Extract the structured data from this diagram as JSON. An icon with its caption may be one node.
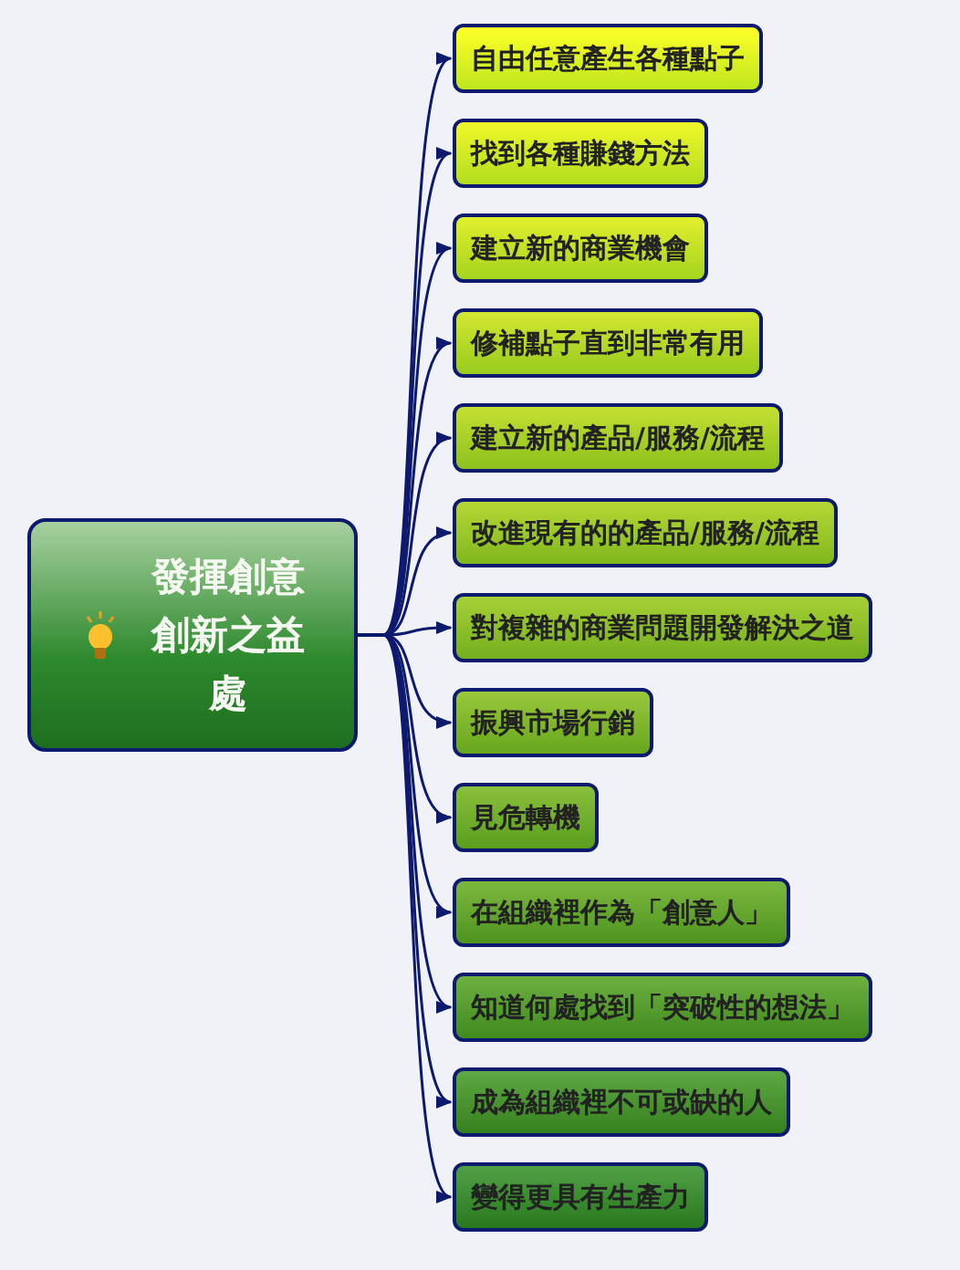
{
  "diagram": {
    "nodes": [
      {
        "text": [
          "發揮創意創新之益處"
        ]
      },
      {
        "text": [
          "自由任意產生各種點子"
        ]
      },
      {
        "text": [
          "找到各種賺錢方法"
        ]
      },
      {
        "text": [
          "建立新的商業機會"
        ]
      },
      {
        "text": [
          "修補點子直到非常有用"
        ]
      },
      {
        "text": [
          "建立新的產品/服務/流程"
        ]
      },
      {
        "text": [
          "改進現有的的產品/服務/流程"
        ]
      },
      {
        "text": [
          "對複雜的商業問題開發解決之道"
        ]
      },
      {
        "text": [
          "振興市場行銷"
        ]
      },
      {
        "text": [
          "見危轉機"
        ]
      },
      {
        "text": [
          "在組織裡作為「創意人」"
        ]
      },
      {
        "text": [
          "知道何處找到「突破性的想法」"
        ]
      },
      {
        "text": [
          "成為組織裡不可或缺的人"
        ]
      },
      {
        "text": [
          "變得更具有生產力"
        ]
      }
    ],
    "edges": [
      {
        "from": 0,
        "to": 1,
        "arrow": "to"
      },
      {
        "from": 0,
        "to": 2,
        "arrow": "to"
      },
      {
        "from": 0,
        "to": 3,
        "arrow": "to"
      },
      {
        "from": 0,
        "to": 4,
        "arrow": "to"
      },
      {
        "from": 0,
        "to": 5,
        "arrow": "to"
      },
      {
        "from": 0,
        "to": 6,
        "arrow": "to"
      },
      {
        "from": 0,
        "to": 7,
        "arrow": "to"
      },
      {
        "from": 0,
        "to": 8,
        "arrow": "to"
      },
      {
        "from": 0,
        "to": 9,
        "arrow": "to"
      },
      {
        "from": 0,
        "to": 10,
        "arrow": "to"
      },
      {
        "from": 0,
        "to": 11,
        "arrow": "to"
      },
      {
        "from": 0,
        "to": 12,
        "arrow": "to"
      },
      {
        "from": 0,
        "to": 13,
        "arrow": "to"
      }
    ]
  }
}
